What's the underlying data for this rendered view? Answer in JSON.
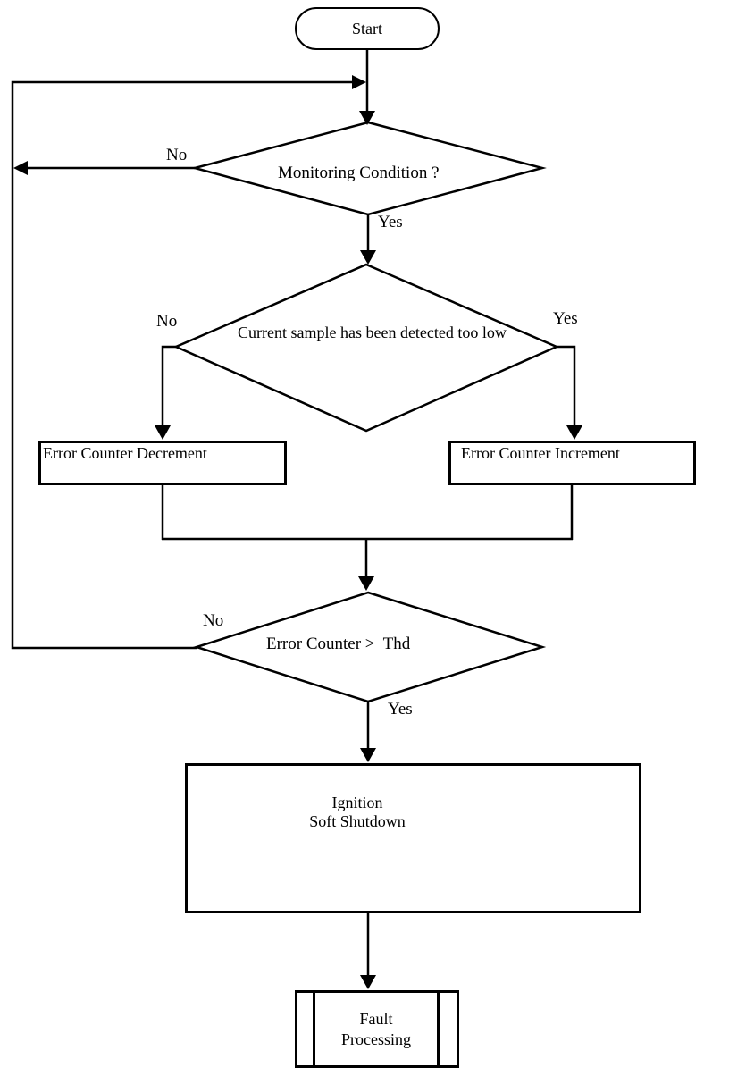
{
  "flowchart": {
    "start": "Start",
    "decision_monitoring": "Monitoring Condition ?",
    "decision_sample": "Current sample has been detected too low",
    "decision_threshold": "Error Counter >  Thd",
    "process_decrement": "Error Counter Decrement",
    "process_increment": "Error Counter Increment",
    "process_shutdown_line1": "Ignition",
    "process_shutdown_line2": "Soft Shutdown",
    "subroutine_fault_line1": "Fault",
    "subroutine_fault_line2": "Processing",
    "labels": {
      "d1_no": "No",
      "d1_yes": "Yes",
      "d2_no": "No",
      "d2_yes": "Yes",
      "d3_no": "No",
      "d3_yes": "Yes"
    },
    "colors": {
      "line": "#000000",
      "text": "#000000",
      "background": "#ffffff"
    }
  }
}
